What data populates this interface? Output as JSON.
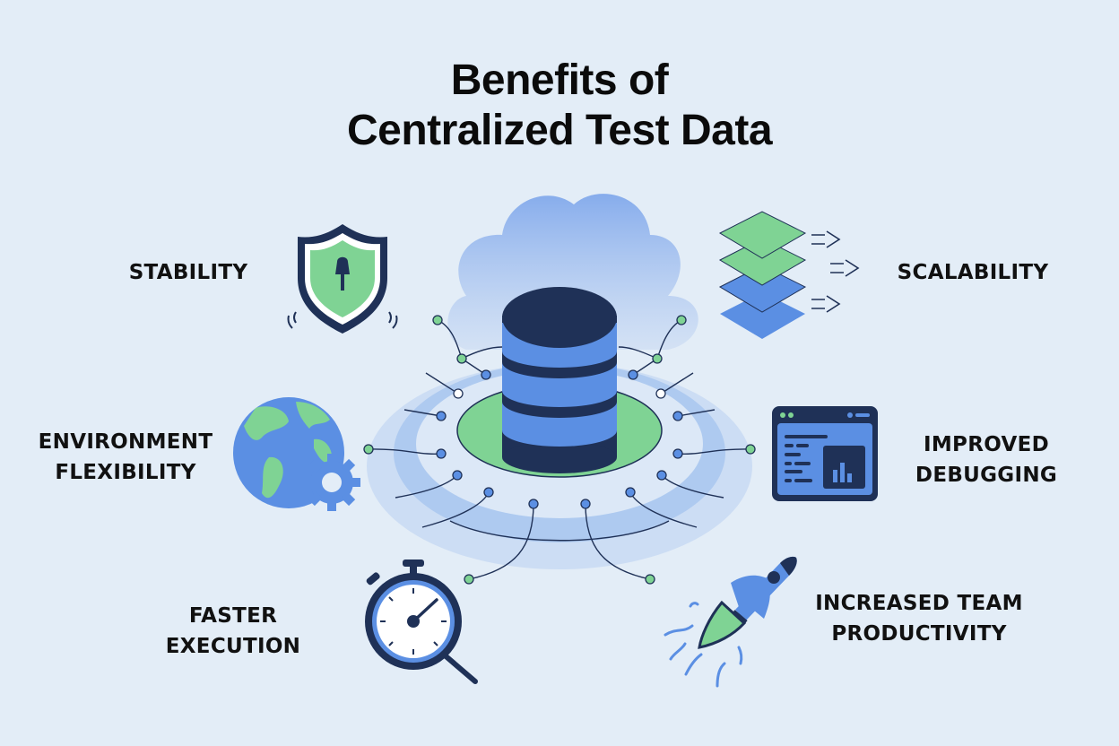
{
  "title": {
    "line1": "Benefits of",
    "line2": "Centralized Test Data"
  },
  "center": {
    "icon": "database-icon",
    "background_icon": "cloud-icon",
    "platform": "network-hub-rings"
  },
  "benefits": [
    {
      "id": "stability",
      "lines": [
        "STABILITY"
      ],
      "icon": "shield-lock-icon",
      "position": "top-left"
    },
    {
      "id": "scalability",
      "lines": [
        "SCALABILITY"
      ],
      "icon": "stacked-layers-icon",
      "position": "top-right"
    },
    {
      "id": "environment-flexibility",
      "lines": [
        "ENVIRONMENT",
        "FLEXIBILITY"
      ],
      "icon": "globe-gear-icon",
      "position": "middle-left"
    },
    {
      "id": "improved-debugging",
      "lines": [
        "IMPROVED",
        "DEBUGGING"
      ],
      "icon": "dashboard-window-icon",
      "position": "middle-right"
    },
    {
      "id": "faster-execution",
      "lines": [
        "FASTER",
        "EXECUTION"
      ],
      "icon": "stopwatch-icon",
      "position": "bottom-left"
    },
    {
      "id": "increased-team-productivity",
      "lines": [
        "INCREASED TEAM",
        "PRODUCTIVITY"
      ],
      "icon": "rocket-icon",
      "position": "bottom-right"
    }
  ],
  "colors": {
    "background": "#e3edf7",
    "navy": "#1f3157",
    "blue": "#5b8fe3",
    "light_blue": "#a9c6f0",
    "green": "#7fd394",
    "text": "#111111"
  }
}
